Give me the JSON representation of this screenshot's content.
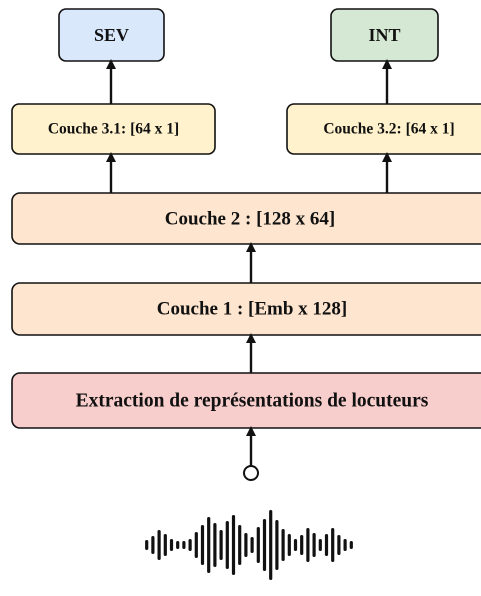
{
  "nodes": {
    "sev": {
      "label": "SEV",
      "color": "#dae8fc"
    },
    "int": {
      "label": "INT",
      "color": "#d5e8d4"
    },
    "couche_3_1": {
      "label": "Couche 3.1: [64 x 1]",
      "color": "#fff2cc"
    },
    "couche_3_2": {
      "label": "Couche 3.2: [64 x 1]",
      "color": "#fff2cc"
    },
    "couche_2": {
      "label": "Couche 2 : [128 x 64]",
      "color": "#fde5cf"
    },
    "couche_1": {
      "label": "Couche 1 : [Emb x 128]",
      "color": "#fde5cf"
    },
    "extraction": {
      "label": "Extraction de représentations de locuteurs",
      "color": "#f8cecc"
    }
  },
  "edges": [
    {
      "from": "couche_3_1",
      "to": "sev"
    },
    {
      "from": "couche_3_2",
      "to": "int"
    },
    {
      "from": "couche_2",
      "to": "couche_3_1"
    },
    {
      "from": "couche_2",
      "to": "couche_3_2"
    },
    {
      "from": "couche_1",
      "to": "couche_2"
    },
    {
      "from": "extraction",
      "to": "couche_1"
    },
    {
      "from": "audio_input",
      "to": "extraction"
    }
  ],
  "input": {
    "icon": "audio-waveform-icon"
  }
}
